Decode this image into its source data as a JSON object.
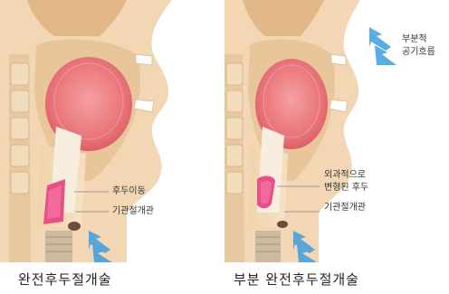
{
  "left_panel": {
    "labels": {
      "larynx_moved": "후두이동",
      "tracheostomy": "기관절개관"
    },
    "caption": "완전후두절개술"
  },
  "right_panel": {
    "labels": {
      "partial_airflow_line1": "부분적",
      "partial_airflow_line2": "공기흐름",
      "deformed_larynx_line1": "외과적으로",
      "deformed_larynx_line2": "변형된 후두",
      "tracheostomy": "기관절개관"
    },
    "caption": "부분 완전후두절개술"
  },
  "colors": {
    "skin": "#f3d7b4",
    "tissue": "#e9c59a",
    "tongue": "#e8737a",
    "larynx": "#e84f86",
    "airflow_arrow": "#3d9ee0"
  }
}
